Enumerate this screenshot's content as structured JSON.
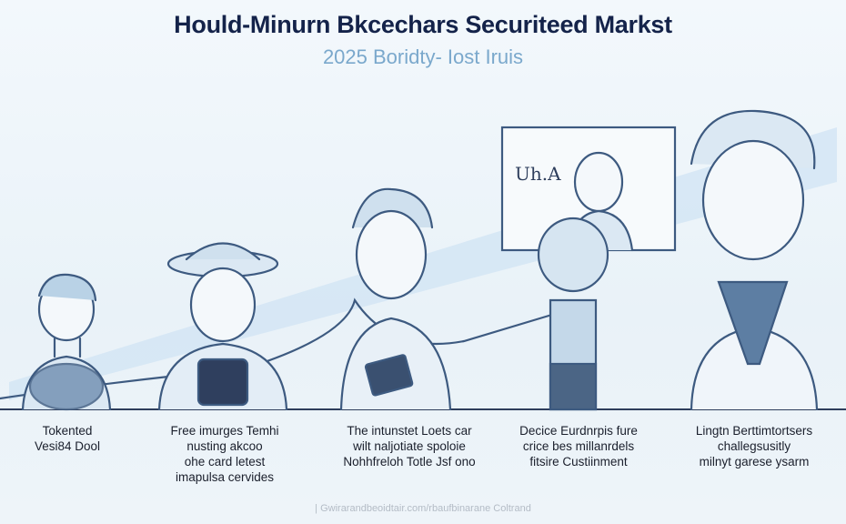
{
  "header": {
    "title": "Hould-Minurn Bkcechars Securiteed Markst",
    "subtitle": "2025 Boridty- Iost Iruis"
  },
  "poster": {
    "text": "Uh.A"
  },
  "captions": [
    {
      "lines": [
        "Tokented",
        "Vesi84 Dool"
      ]
    },
    {
      "lines": [
        "Free imurges Temhi",
        "nusting akcoo",
        "ohe card letest",
        "imapulsa cervides"
      ]
    },
    {
      "lines": [
        "The intunstet Loets car",
        "wilt naljotiate spoloie",
        "Nohhfreloh Totle Jsf ono"
      ]
    },
    {
      "lines": [
        "Decice Eurdnrpis fure",
        "crice bes millanrdels",
        "fitsire Custiinment"
      ]
    },
    {
      "lines": [
        "Lingtn Berttimtortsers",
        "challegsusitly",
        "milnyt garese ysarm"
      ]
    }
  ],
  "footer": "| Gwirarandbeoidtair.com/rbaufbinarane Coltrand",
  "colors": {
    "title": "#14234a",
    "subtitle": "#7aa8cc",
    "line": "#3d5a80",
    "accent": "#9cc4e4"
  }
}
